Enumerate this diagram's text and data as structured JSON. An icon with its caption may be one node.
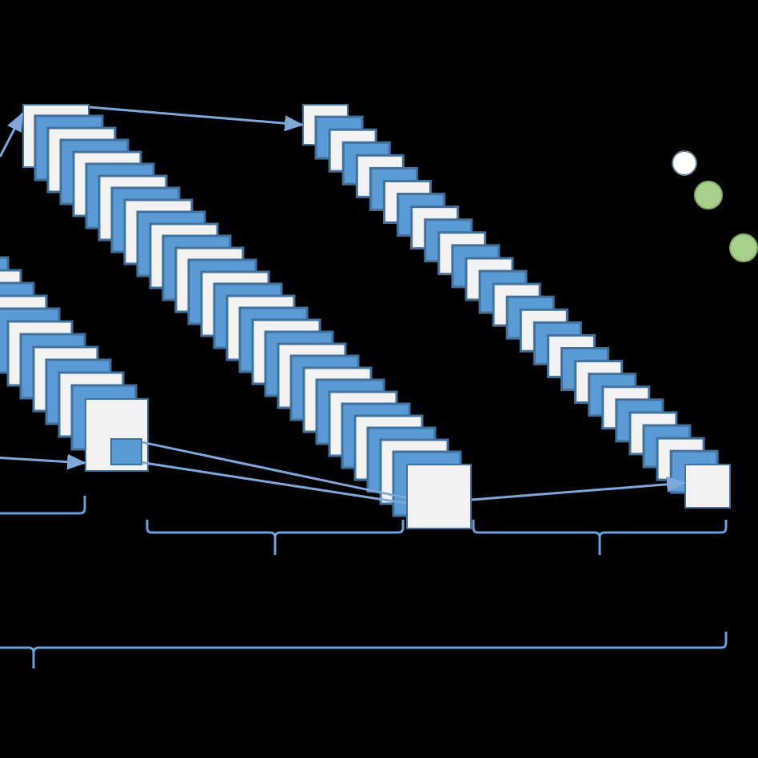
{
  "diagram": {
    "nodes": [
      {
        "text": [],
        "shape": "box"
      },
      {
        "text": [],
        "shape": "box"
      },
      {
        "text": [],
        "shape": "circle"
      },
      {
        "text": [],
        "shape": "circle"
      },
      {
        "text": [],
        "shape": "circle"
      },
      {
        "text": [],
        "shape": "box"
      },
      {
        "text": [],
        "shape": "box",
        "in": 5
      },
      {
        "text": [],
        "shape": "box"
      },
      {
        "text": [],
        "shape": "box"
      }
    ],
    "edges": [
      {
        "from": null,
        "to": 0,
        "arrow": "to"
      },
      {
        "from": 0,
        "to": 1,
        "arrow": "to"
      },
      {
        "from": null,
        "to": 5,
        "arrow": "to"
      },
      {
        "from": 6,
        "to": 7,
        "arrow": "none"
      },
      {
        "from": 6,
        "to": 7,
        "arrow": "none"
      },
      {
        "from": 7,
        "to": 8,
        "arrow": "to"
      }
    ]
  }
}
